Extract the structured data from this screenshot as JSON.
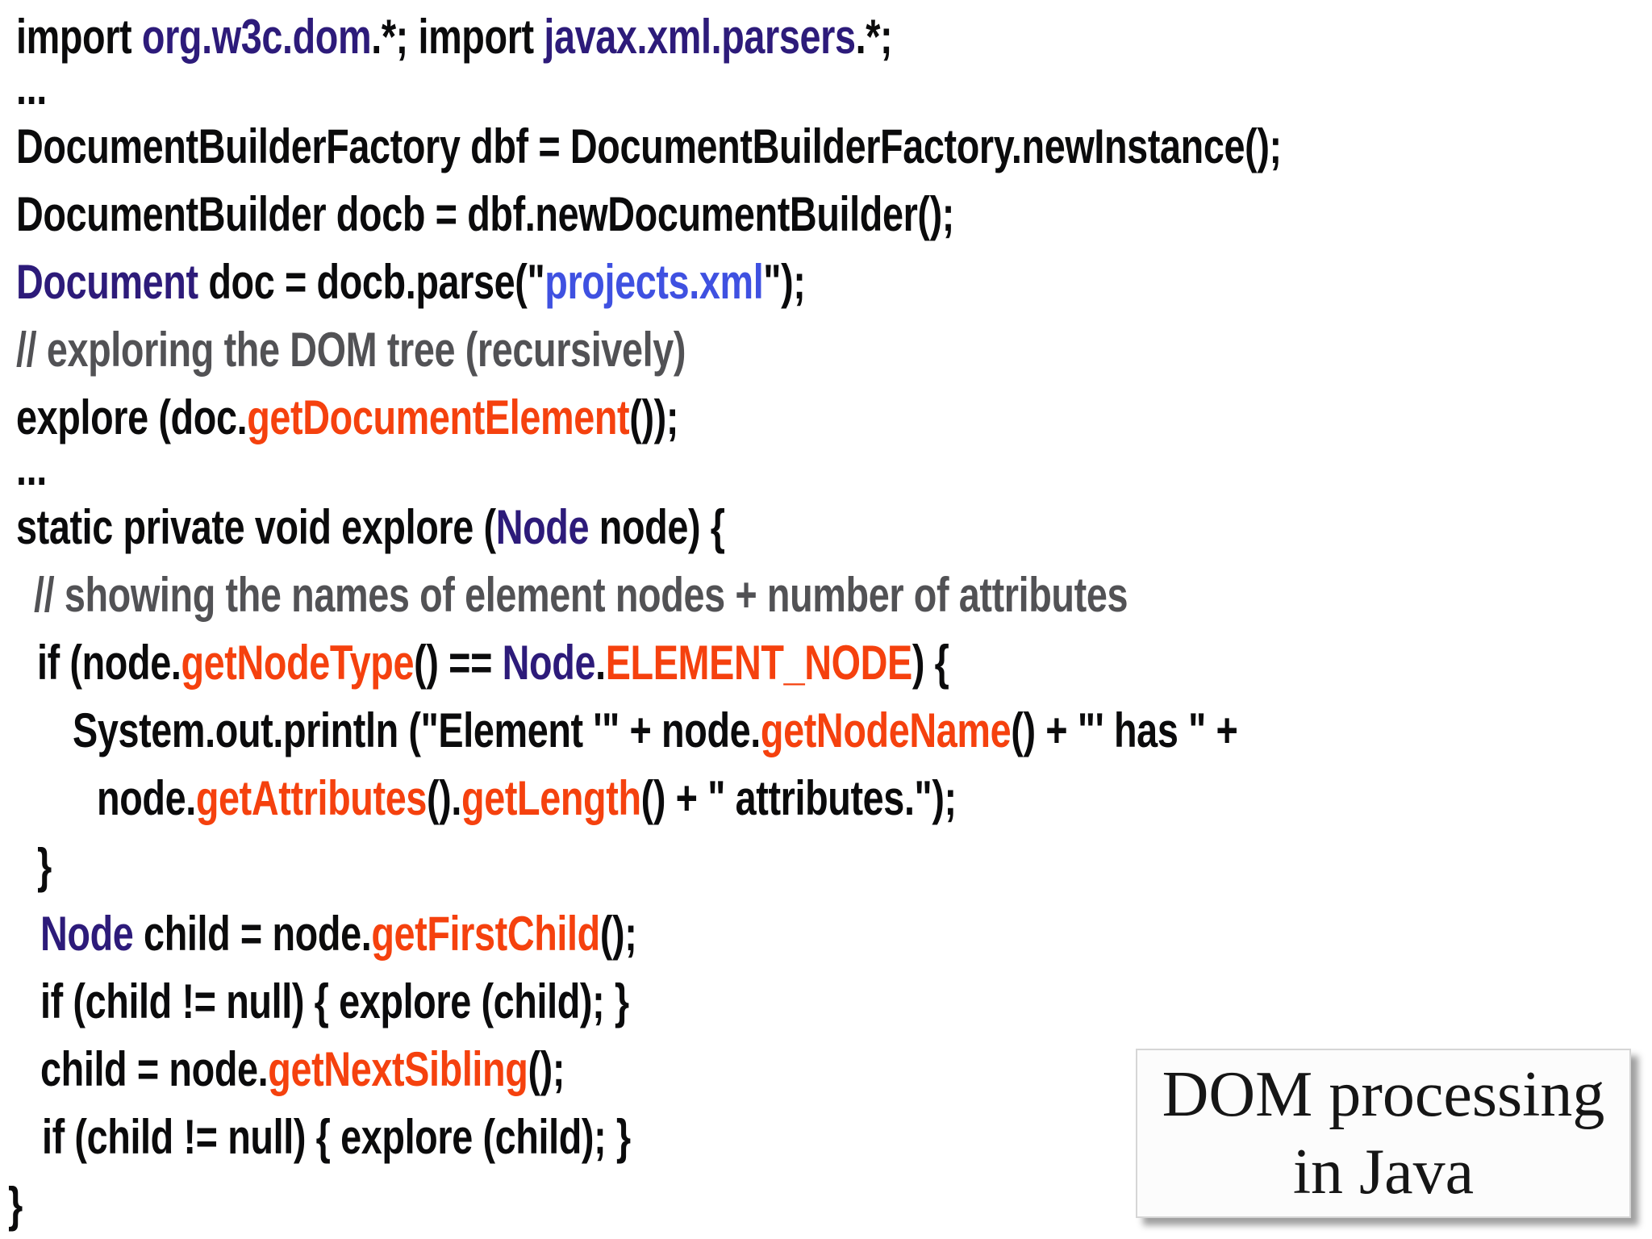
{
  "colors": {
    "code": "#0b0b0c",
    "type": "#2d1b7a",
    "string": "#3f51e1",
    "method": "#f5410e",
    "comment": "#525255"
  },
  "caption": {
    "lines": [
      "DOM processing",
      "in Java"
    ]
  },
  "code": {
    "lines": [
      {
        "indent": 20,
        "small": false,
        "segments": [
          {
            "text": "import ",
            "color": "code"
          },
          {
            "text": "org.w3c.dom",
            "color": "type"
          },
          {
            "text": ".*; import ",
            "color": "code"
          },
          {
            "text": "javax.xml.parsers",
            "color": "type"
          },
          {
            "text": ".*;",
            "color": "code"
          }
        ]
      },
      {
        "indent": 20,
        "small": true,
        "segments": [
          {
            "text": "...",
            "color": "code"
          }
        ]
      },
      {
        "indent": 20,
        "small": false,
        "segments": [
          {
            "text": "DocumentBuilderFactory dbf = DocumentBuilderFactory.newInstance();",
            "color": "code"
          }
        ]
      },
      {
        "indent": 20,
        "small": false,
        "segments": [
          {
            "text": "DocumentBuilder docb = dbf.newDocumentBuilder();",
            "color": "code"
          }
        ]
      },
      {
        "indent": 20,
        "small": false,
        "segments": [
          {
            "text": "Document",
            "color": "type"
          },
          {
            "text": " doc = docb.parse(\"",
            "color": "code"
          },
          {
            "text": "projects.xml",
            "color": "string"
          },
          {
            "text": "\");",
            "color": "code"
          }
        ]
      },
      {
        "indent": 20,
        "small": false,
        "segments": [
          {
            "text": "// exploring the DOM tree (recursively)",
            "color": "comment"
          }
        ]
      },
      {
        "indent": 20,
        "small": false,
        "segments": [
          {
            "text": "explore (doc.",
            "color": "code"
          },
          {
            "text": "getDocumentElement",
            "color": "method"
          },
          {
            "text": "());",
            "color": "code"
          }
        ]
      },
      {
        "indent": 20,
        "small": true,
        "segments": [
          {
            "text": "...",
            "color": "code"
          }
        ]
      },
      {
        "indent": 20,
        "small": false,
        "segments": [
          {
            "text": "static private void explore (",
            "color": "code"
          },
          {
            "text": "Node",
            "color": "type"
          },
          {
            "text": " node) {",
            "color": "code"
          }
        ]
      },
      {
        "indent": 42,
        "small": false,
        "segments": [
          {
            "text": "// showing the names of element nodes + number of attributes",
            "color": "comment"
          }
        ]
      },
      {
        "indent": 46,
        "small": false,
        "segments": [
          {
            "text": "if (node.",
            "color": "code"
          },
          {
            "text": "getNodeType",
            "color": "method"
          },
          {
            "text": "() == ",
            "color": "code"
          },
          {
            "text": "Node",
            "color": "type"
          },
          {
            "text": ".",
            "color": "code"
          },
          {
            "text": "ELEMENT_NODE",
            "color": "method"
          },
          {
            "text": ") {",
            "color": "code"
          }
        ]
      },
      {
        "indent": 90,
        "small": false,
        "segments": [
          {
            "text": "System.out.println (\"Element '\" + node.",
            "color": "code"
          },
          {
            "text": "getNodeName",
            "color": "method"
          },
          {
            "text": "() + \"' has \" +",
            "color": "code"
          }
        ]
      },
      {
        "indent": 120,
        "small": false,
        "segments": [
          {
            "text": "node.",
            "color": "code"
          },
          {
            "text": "getAttributes",
            "color": "method"
          },
          {
            "text": "().",
            "color": "code"
          },
          {
            "text": "getLength",
            "color": "method"
          },
          {
            "text": "() + \" attributes.\");",
            "color": "code"
          }
        ]
      },
      {
        "indent": 46,
        "small": false,
        "segments": [
          {
            "text": "}",
            "color": "code"
          }
        ]
      },
      {
        "indent": 50,
        "small": false,
        "segments": [
          {
            "text": "Node",
            "color": "type"
          },
          {
            "text": " child = node.",
            "color": "code"
          },
          {
            "text": "getFirstChild",
            "color": "method"
          },
          {
            "text": "();",
            "color": "code"
          }
        ]
      },
      {
        "indent": 50,
        "small": false,
        "segments": [
          {
            "text": "if (child != null) { explore (child); }",
            "color": "code"
          }
        ]
      },
      {
        "indent": 50,
        "small": false,
        "segments": [
          {
            "text": "child = node.",
            "color": "code"
          },
          {
            "text": "getNextSibling",
            "color": "method"
          },
          {
            "text": "();",
            "color": "code"
          }
        ]
      },
      {
        "indent": 52,
        "small": false,
        "segments": [
          {
            "text": "if (child != null) { explore (child); }",
            "color": "code"
          }
        ]
      },
      {
        "indent": 10,
        "small": false,
        "segments": [
          {
            "text": "}",
            "color": "code"
          }
        ]
      }
    ]
  }
}
